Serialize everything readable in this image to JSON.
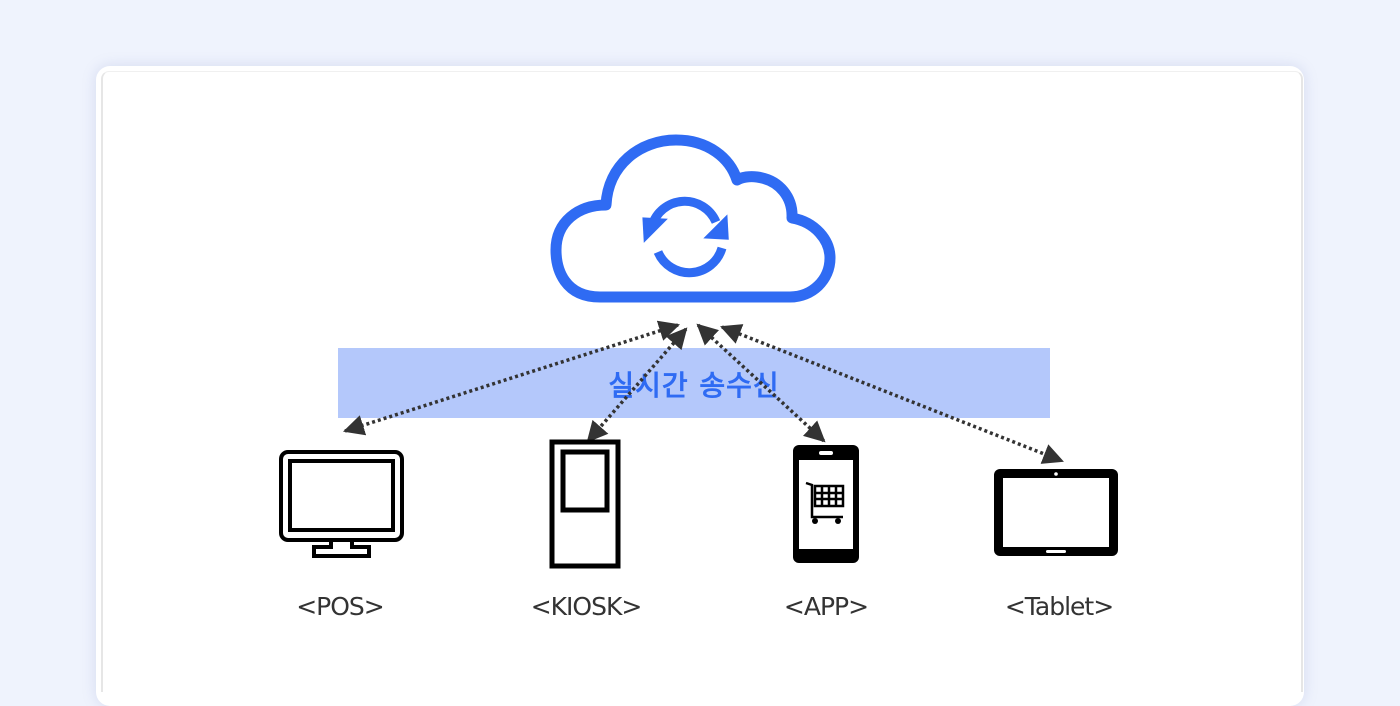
{
  "diagram": {
    "cloud": {
      "icon": "cloud-sync-icon",
      "color": "#2f6bf3"
    },
    "band": {
      "label": "실시간 송수신",
      "color": "#b4c8fb",
      "text_color": "#2f6bf3"
    },
    "devices": [
      {
        "id": "pos",
        "label": "<POS>",
        "icon": "monitor-icon"
      },
      {
        "id": "kiosk",
        "label": "<KIOSK>",
        "icon": "kiosk-icon"
      },
      {
        "id": "app",
        "label": "<APP>",
        "icon": "smartphone-cart-icon"
      },
      {
        "id": "tablet",
        "label": "<Tablet>",
        "icon": "tablet-icon"
      }
    ],
    "connections": [
      {
        "from": "cloud",
        "to": "pos",
        "style": "dotted",
        "direction": "bidirectional"
      },
      {
        "from": "cloud",
        "to": "kiosk",
        "style": "dotted",
        "direction": "bidirectional"
      },
      {
        "from": "cloud",
        "to": "app",
        "style": "dotted",
        "direction": "bidirectional"
      },
      {
        "from": "cloud",
        "to": "tablet",
        "style": "dotted",
        "direction": "bidirectional"
      }
    ]
  }
}
